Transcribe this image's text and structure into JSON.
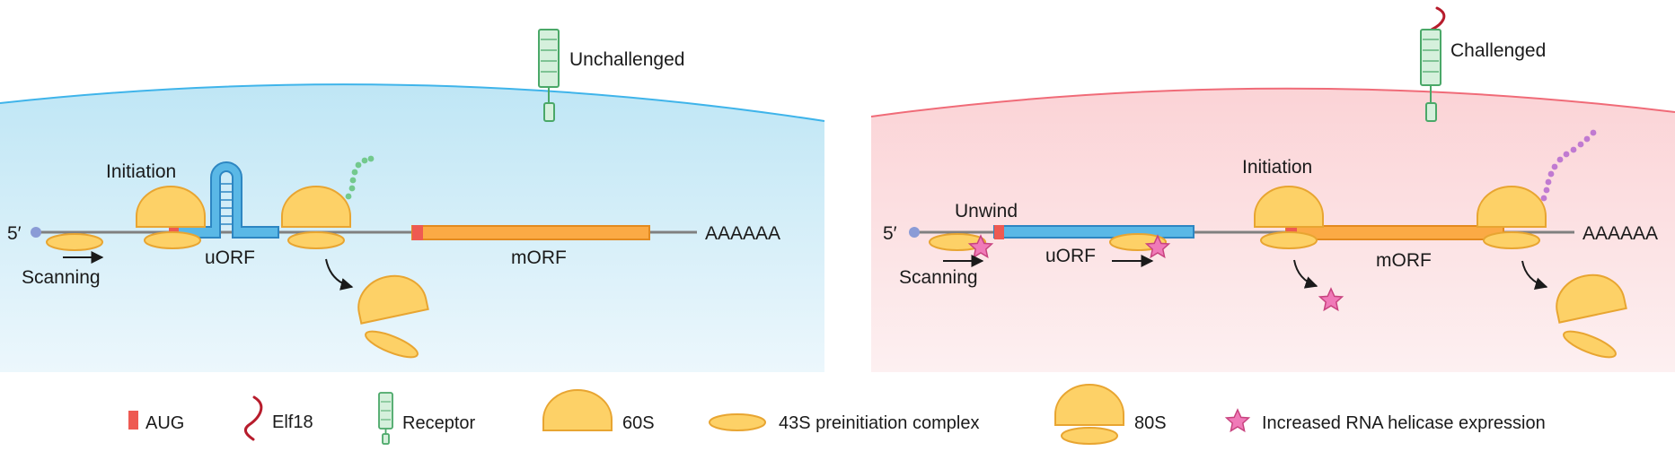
{
  "colors": {
    "left_bg_top": "#bfe6f5",
    "right_bg_top": "#fbd3d6",
    "ribosome_fill": "#fdd167",
    "ribosome_stroke": "#e8a531",
    "uorf_fill": "#5ab8e6",
    "morf_fill": "#fbaa45",
    "aug": "#ee5a52",
    "mrna_line": "#808080",
    "receptor": "#6cc486",
    "star": "#f07ab8",
    "peptide_green": "#73c98d",
    "peptide_purple": "#c07ad1",
    "elf18": "#b71c2c"
  },
  "left_panel": {
    "state_label": "Unchallenged",
    "five_prime": "5′",
    "poly_a": "AAAAAA",
    "initiation": "Initiation",
    "scanning": "Scanning",
    "uorf": "uORF",
    "morf": "mORF"
  },
  "right_panel": {
    "state_label": "Challenged",
    "five_prime": "5′",
    "poly_a": "AAAAAA",
    "initiation": "Initiation",
    "unwind": "Unwind",
    "scanning": "Scanning",
    "uorf": "uORF",
    "morf": "mORF"
  },
  "legend": {
    "aug": "AUG",
    "elf18": "Elf18",
    "receptor": "Receptor",
    "s60": "60S",
    "s43": "43S preinitiation complex",
    "s80": "80S",
    "helicase": "Increased RNA helicase expression"
  }
}
